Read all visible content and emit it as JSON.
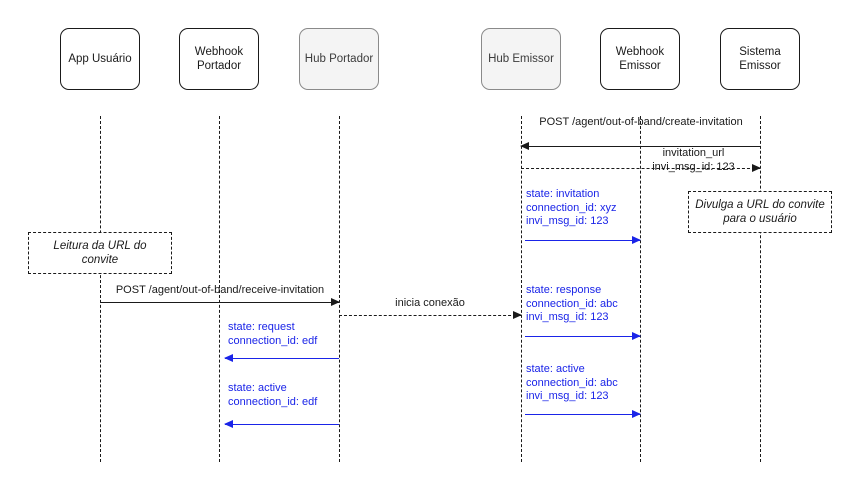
{
  "diagram": {
    "type": "sequence-diagram",
    "title": "",
    "colors": {
      "line": "#1a1a1a",
      "webhook_accent": "#1a24e8",
      "shaded_box_fill": "#f4f4f4"
    }
  },
  "participants": [
    {
      "id": "app-usuario",
      "label": "App Usuário",
      "shaded": false
    },
    {
      "id": "webhook-portador",
      "label": "Webhook\nPortador",
      "shaded": false
    },
    {
      "id": "hub-portador",
      "label": "Hub Portador",
      "shaded": true
    },
    {
      "id": "hub-emissor",
      "label": "Hub Emissor",
      "shaded": true
    },
    {
      "id": "webhook-emissor",
      "label": "Webhook\nEmissor",
      "shaded": false
    },
    {
      "id": "sistema-emissor",
      "label": "Sistema\nEmissor",
      "shaded": false
    }
  ],
  "messages": [
    {
      "id": "create-invitation",
      "text": "POST /agent/out-of-band/create-invitation",
      "from": "sistema-emissor",
      "to": "hub-emissor",
      "style": "solid",
      "color": "black"
    },
    {
      "id": "invitation-url-response",
      "text": "invitation_url\ninvi_msg_id: 123",
      "from": "hub-emissor",
      "to": "sistema-emissor",
      "style": "dashed",
      "color": "black"
    },
    {
      "id": "webhook-invitation",
      "text": "state: invitation\nconnection_id: xyz\ninvi_msg_id: 123",
      "from": "hub-emissor",
      "to": "webhook-emissor",
      "style": "solid",
      "color": "blue"
    },
    {
      "id": "receive-invitation",
      "text": "POST /agent/out-of-band/receive-invitation",
      "from": "app-usuario",
      "to": "hub-portador",
      "style": "solid",
      "color": "black"
    },
    {
      "id": "inicia-conexao",
      "text": "inicia conexão",
      "from": "hub-portador",
      "to": "hub-emissor",
      "style": "dashed",
      "color": "black"
    },
    {
      "id": "webhook-response-emissor",
      "text": "state: response\nconnection_id: abc\ninvi_msg_id: 123",
      "from": "hub-emissor",
      "to": "webhook-emissor",
      "style": "solid",
      "color": "blue"
    },
    {
      "id": "webhook-request-portador",
      "text": "state: request\nconnection_id: edf",
      "from": "hub-portador",
      "to": "webhook-portador",
      "style": "solid",
      "color": "blue"
    },
    {
      "id": "webhook-active-emissor",
      "text": "state: active\nconnection_id: abc\ninvi_msg_id: 123",
      "from": "hub-emissor",
      "to": "webhook-emissor",
      "style": "solid",
      "color": "blue"
    },
    {
      "id": "webhook-active-portador",
      "text": "state: active\nconnection_id: edf",
      "from": "hub-portador",
      "to": "webhook-portador",
      "style": "solid",
      "color": "blue"
    }
  ],
  "notes": [
    {
      "id": "note-divulga-url",
      "text": "Divulga a URL do convite\npara o usuário",
      "on": "sistema-emissor"
    },
    {
      "id": "note-leitura-url",
      "text": "Leitura da URL do\nconvite",
      "on": "app-usuario"
    }
  ]
}
